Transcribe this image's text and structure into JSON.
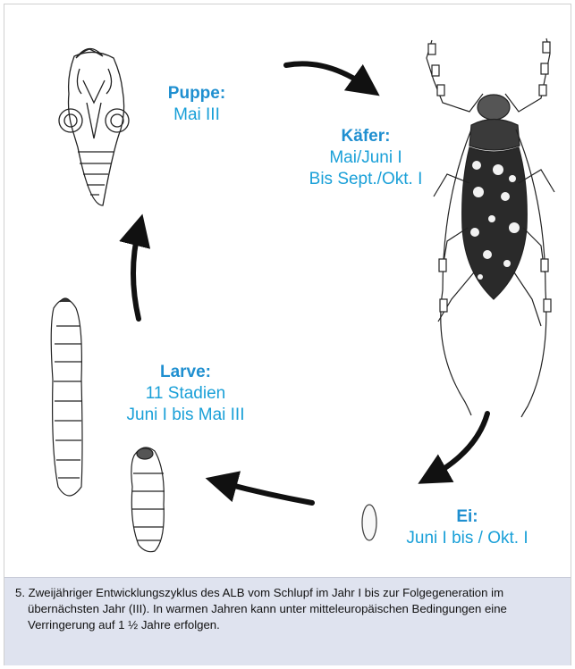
{
  "stages": {
    "puppe": {
      "title": "Puppe:",
      "lines": [
        "Mai III"
      ]
    },
    "kaefer": {
      "title": "Käfer:",
      "lines": [
        "Mai/Juni I",
        "Bis Sept./Okt. I"
      ]
    },
    "larve": {
      "title": "Larve:",
      "lines": [
        "11 Stadien",
        "Juni I bis Mai III"
      ]
    },
    "ei": {
      "title": "Ei:",
      "lines": [
        "Juni I bis / Okt. I"
      ]
    }
  },
  "caption": "5. Zweijähriger Entwicklungszyklus des ALB vom Schlupf im Jahr I bis zur Folgegeneration im übernächsten Jahr (III). In warmen Jahren kann unter mitteleuropäischen Bedingungen eine Verringerung auf 1 ½ Jahre erfolgen.",
  "colors": {
    "label": "#1aa0d8",
    "caption_bg": "#dfe3ef",
    "arrow": "#111111"
  }
}
